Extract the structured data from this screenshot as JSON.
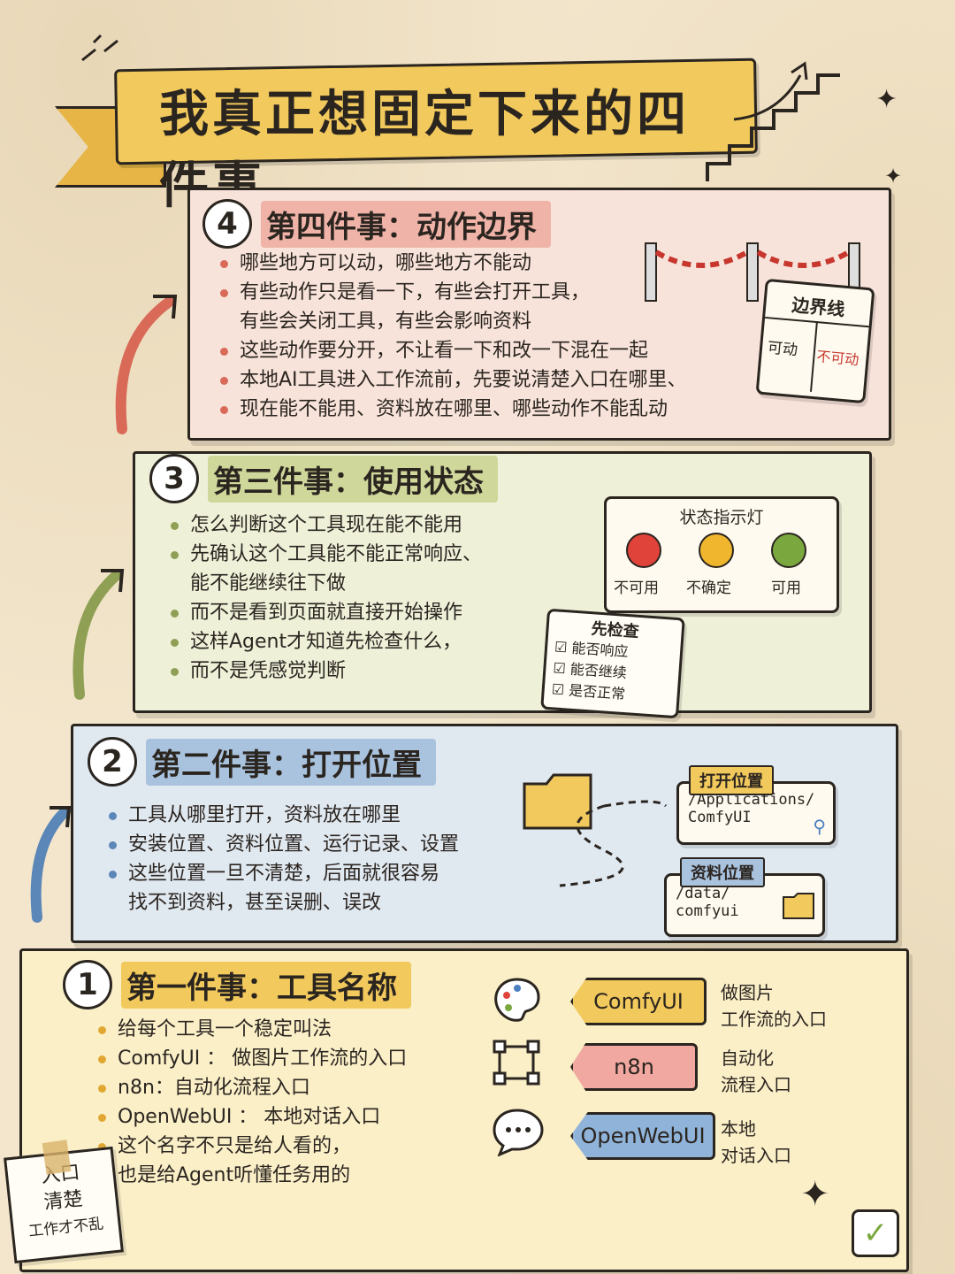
{
  "title": "我真正想固定下来的四件事",
  "steps": {
    "four": {
      "number": "4",
      "heading": "第四件事：动作边界",
      "items": [
        "哪些地方可以动，哪些地方不能动",
        "有些动作只是看一下，有些会打开工具，",
        "有些会关闭工具，有些会影响资料",
        "这些动作要分开，不让看一下和改一下混在一起",
        "本地AI工具进入工作流前，先要说清楚入口在哪里、",
        "现在能不能用、资料放在哪里、哪些动作不能乱动"
      ],
      "board": {
        "title": "边界线",
        "left": "可动",
        "right": "不可动"
      }
    },
    "three": {
      "number": "3",
      "heading": "第三件事：使用状态",
      "items": [
        "怎么判断这个工具现在能不能用",
        "先确认这个工具能不能正常响应、",
        "能不能继续往下做",
        "而不是看到页面就直接开始操作",
        "这样Agent才知道先检查什么，",
        "而不是凭感觉判断"
      ],
      "lights": {
        "title": "状态指示灯",
        "red": "不可用",
        "yellow": "不确定",
        "green": "可用",
        "red_color": "#e0433a",
        "yellow_color": "#f0b62e",
        "green_color": "#7aa83e"
      },
      "checklist": {
        "title": "先检查",
        "items": [
          "能否响应",
          "能否继续",
          "是否正常"
        ]
      }
    },
    "two": {
      "number": "2",
      "heading": "第二件事：打开位置",
      "items": [
        "工具从哪里打开，资料放在哪里",
        "安装位置、资料位置、运行记录、设置",
        "这些位置一旦不清楚，后面就很容易",
        "找不到资料，甚至误删、误改"
      ],
      "open_location": {
        "label": "打开位置",
        "path_line1": "/Applications/",
        "path_line2": "ComfyUI"
      },
      "data_location": {
        "label": "资料位置",
        "path_line1": "/data/",
        "path_line2": "comfyui"
      }
    },
    "one": {
      "number": "1",
      "heading": "第一件事：工具名称",
      "items": [
        "给每个工具一个稳定叫法",
        "ComfyUI ： 做图片工作流的入口",
        "n8n：自动化流程入口",
        "OpenWebUI ： 本地对话入口",
        "这个名字不只是给人看的，",
        "也是给Agent听懂任务用的"
      ],
      "tags": [
        {
          "name": "ComfyUI",
          "desc1": "做图片",
          "desc2": "工作流的入口",
          "color": "#f2c95c",
          "icon": "palette-icon"
        },
        {
          "name": "n8n",
          "desc1": "自动化",
          "desc2": "流程入口",
          "color": "#f0a8a0",
          "icon": "workflow-nodes-icon"
        },
        {
          "name": "OpenWebUI",
          "desc1": "本地",
          "desc2": "对话入口",
          "color": "#8fb3d9",
          "icon": "chat-bubble-icon"
        }
      ]
    }
  },
  "note": {
    "line1": "入口",
    "line2": "清楚",
    "line3": "工作才不乱"
  }
}
